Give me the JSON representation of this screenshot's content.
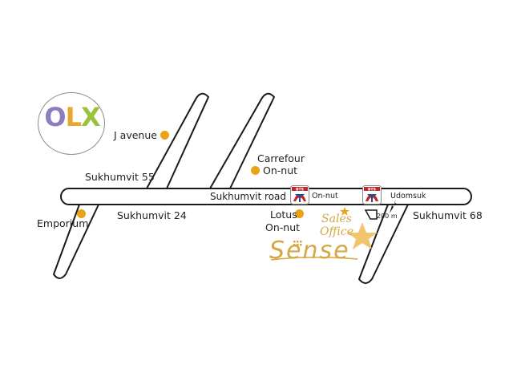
{
  "colors": {
    "road_outline": "#1a1a1a",
    "poi_dot": "#e8a317",
    "sales_gold": "#d4a843",
    "bts_red": "#c0272d",
    "bts_blue": "#1b4f9c",
    "logo_o": "#8e7cc3",
    "logo_l": "#e9a62f",
    "logo_x": "#9ac23c"
  },
  "logo": {
    "o": "O",
    "l": "L",
    "x": "X",
    "icon": "olx-logo-icon"
  },
  "roads": {
    "sukhumvit_55": "Sukhumvit 55",
    "sukhumvit_24": "Sukhumvit 24",
    "sukhumvit_road": "Sukhumvit road",
    "sukhumvit_68": "Sukhumvit 68"
  },
  "places": {
    "j_avenue": "J avenue",
    "carrefour": "Carrefour",
    "carrefour_2": "On-nut",
    "emporium": "Emporium",
    "lotus": "Lotus",
    "lotus_2": "On-nut"
  },
  "stations": {
    "on_nut": "On-nut",
    "udomsuk": "Udomsuk",
    "badge": "BTS",
    "icon": "bts-station-icon"
  },
  "distance": "200 m",
  "sales_office": {
    "line1": "Sales",
    "line2": "Office",
    "icon": "star-icon"
  },
  "brand": "Sense"
}
